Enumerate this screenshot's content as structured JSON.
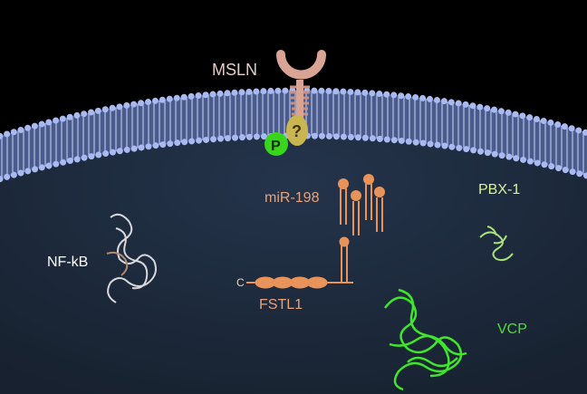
{
  "labels": {
    "msln": "MSLN",
    "question": "?",
    "phospho": "P",
    "mir198": "miR-198",
    "pbx1": "PBX-1",
    "nfkb": "NF-kB",
    "fstl1": "FSTL1",
    "c_terminus": "C",
    "vcp": "VCP"
  },
  "colors": {
    "background": "#000000",
    "cytoplasm": "#1d2a3d",
    "membrane_heads": "#a9b9f2",
    "msln": "#d9a493",
    "mirna": "#e8935a",
    "phospho": "#39d41c",
    "question": "#d2c05a",
    "vcp": "#3fe62a",
    "pbx1_text": "#d9f29a",
    "vcp_text": "#4be02c"
  }
}
